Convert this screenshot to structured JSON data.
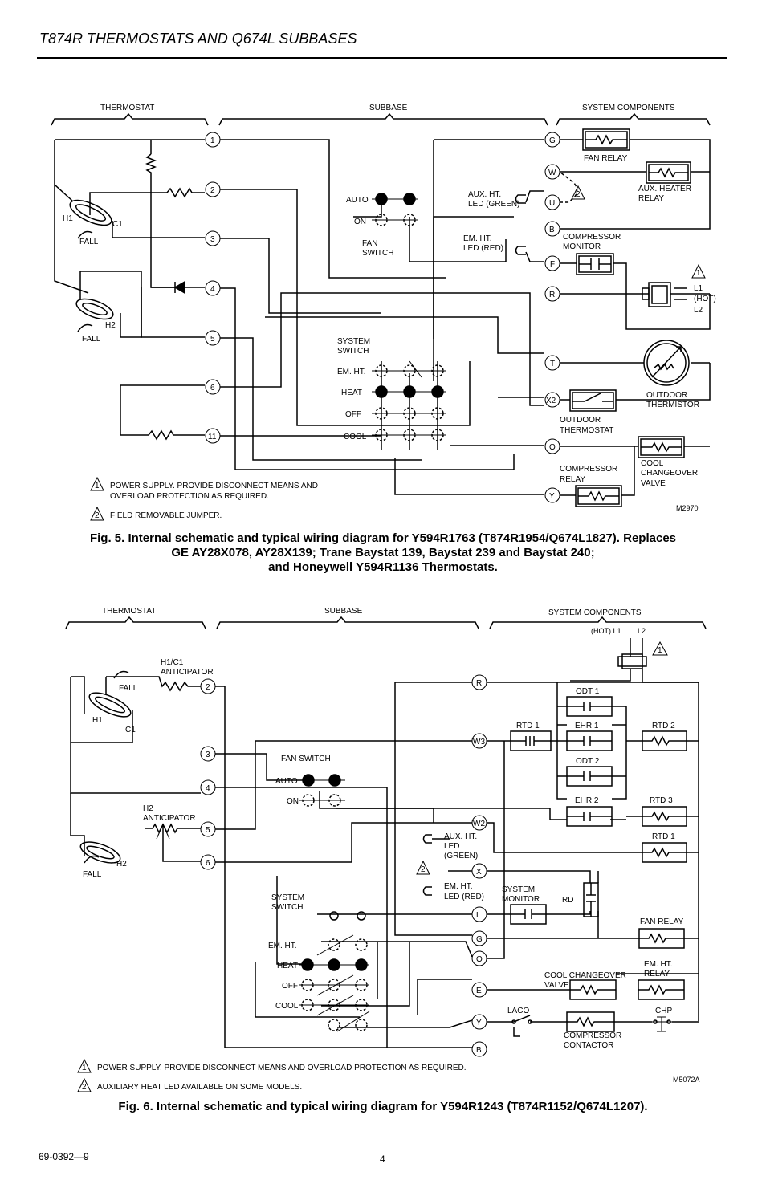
{
  "header": {
    "title": "T874R THERMOSTATS AND Q674L SUBBASES"
  },
  "fig5": {
    "sections": [
      "THERMOSTAT",
      "SUBBASE",
      "SYSTEM COMPONENTS"
    ],
    "terminals": [
      "1",
      "2",
      "3",
      "4",
      "5",
      "6",
      "11"
    ],
    "sub_terminals": [
      "G",
      "W",
      "U",
      "B",
      "F",
      "R",
      "T",
      "X2",
      "O",
      "Y"
    ],
    "labels": {
      "fan_relay": "FAN RELAY",
      "aux_heater_relay_1": "AUX. HEATER",
      "aux_heater_relay_2": "RELAY",
      "aux_led_1": "AUX. HT.",
      "aux_led_2": "LED (GREEN)",
      "em_led_1": "EM. HT.",
      "em_led_2": "LED (RED)",
      "comp_monitor_1": "COMPRESSOR",
      "comp_monitor_2": "MONITOR",
      "l1": "L1",
      "hot": "(HOT)",
      "l2": "L2",
      "auto": "AUTO",
      "on": "ON",
      "fan_switch_1": "FAN",
      "fan_switch_2": "SWITCH",
      "system_switch_1": "SYSTEM",
      "system_switch_2": "SWITCH",
      "em_ht": "EM. HT.",
      "heat": "HEAT",
      "off": "OFF",
      "cool": "COOL",
      "h1": "H1",
      "c1": "C1",
      "h2": "H2",
      "fall": "FALL",
      "outdoor_thermistor_1": "OUTDOOR",
      "outdoor_thermistor_2": "THERMISTOR",
      "outdoor_thermostat_1": "OUTDOOR",
      "outdoor_thermostat_2": "THERMOSTAT",
      "comp_relay_1": "COMPRESSOR",
      "comp_relay_2": "RELAY",
      "cool_cv_1": "COOL",
      "cool_cv_2": "CHANGEOVER",
      "cool_cv_3": "VALVE",
      "note1_num": "1",
      "note1_a": "POWER SUPPLY. PROVIDE DISCONNECT MEANS AND",
      "note1_b": "OVERLOAD PROTECTION AS REQUIRED.",
      "note2_num": "2",
      "note2": "FIELD REMOVABLE JUMPER.",
      "code": "M2970"
    },
    "caption_lines": [
      "Fig. 5. Internal schematic and typical wiring diagram for Y594R1763 (T874R1954/Q674L1827). Replaces",
      "GE AY28X078, AY28X139; Trane Baystat 139, Baystat 239 and Baystat 240;",
      "and Honeywell Y594R1136 Thermostats."
    ]
  },
  "fig6": {
    "sections": [
      "THERMOSTAT",
      "SUBBASE",
      "SYSTEM COMPONENTS"
    ],
    "terminals": [
      "2",
      "3",
      "4",
      "5",
      "6"
    ],
    "sub_terminals": [
      "R",
      "W3",
      "W2",
      "X",
      "L",
      "G",
      "O",
      "E",
      "Y",
      "B"
    ],
    "labels": {
      "hot_l1": "(HOT)  L1",
      "l2": "L2",
      "h1c1_1": "H1/C1",
      "h1c1_2": "ANTICIPATOR",
      "fall": "FALL",
      "h1": "H1",
      "c1": "C1",
      "h2_1": "H2",
      "h2_2": "ANTICIPATOR",
      "h2": "H2",
      "fan_switch": "FAN SWITCH",
      "auto": "AUTO",
      "on": "ON",
      "system_switch_1": "SYSTEM",
      "system_switch_2": "SWITCH",
      "em_ht": "EM. HT.",
      "heat": "HEAT",
      "off": "OFF",
      "cool": "COOL",
      "odt1": "ODT 1",
      "odt2": "ODT 2",
      "rtd1": "RTD 1",
      "rtd2": "RTD 2",
      "rtd3": "RTD 3",
      "rtd1b": "RTD 1",
      "ehr1": "EHR 1",
      "ehr2": "EHR 2",
      "aux_led_1": "AUX. HT.",
      "aux_led_2": "LED",
      "aux_led_3": "(GREEN)",
      "em_led_1": "EM. HT.",
      "em_led_2": "LED (RED)",
      "sys_mon_1": "SYSTEM",
      "sys_mon_2": "MONITOR",
      "rd": "RD",
      "fan_relay": "FAN RELAY",
      "ccv_1": "COOL CHANGEOVER",
      "ccv_2": "VALVE",
      "ehr_1": "EM. HT.",
      "ehr_2": "RELAY",
      "laco": "LACO",
      "chp": "CHP",
      "cc_1": "COMPRESSOR",
      "cc_2": "CONTACTOR",
      "note1_num": "1",
      "note1": "POWER SUPPLY. PROVIDE DISCONNECT MEANS AND OVERLOAD PROTECTION AS REQUIRED.",
      "note2_num": "2",
      "note2": "AUXILIARY HEAT LED AVAILABLE ON SOME MODELS.",
      "code": "M5072A"
    },
    "caption": "Fig. 6. Internal schematic and typical wiring diagram for Y594R1243 (T874R1152/Q674L1207)."
  },
  "footer": {
    "doc_number": "69-0392—9",
    "page": "4"
  }
}
